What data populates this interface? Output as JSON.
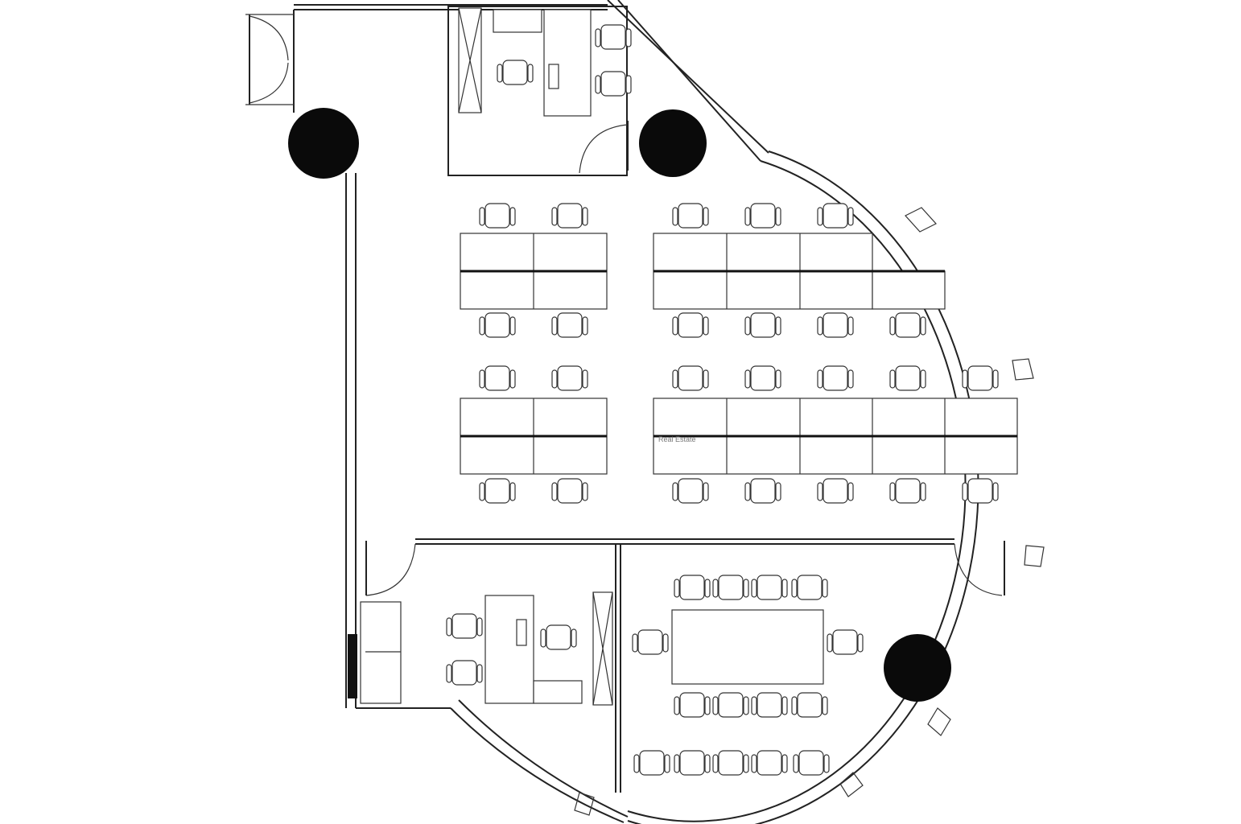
{
  "watermark": {
    "text": "Real Estate"
  },
  "colors": {
    "walls": "#222222",
    "columns": "#0a0a0a",
    "background": "#ffffff"
  },
  "icons": [
    "column-pillar",
    "office-chair",
    "workstation-desk",
    "conference-table",
    "door-swing",
    "storage-cabinet",
    "sofa"
  ]
}
